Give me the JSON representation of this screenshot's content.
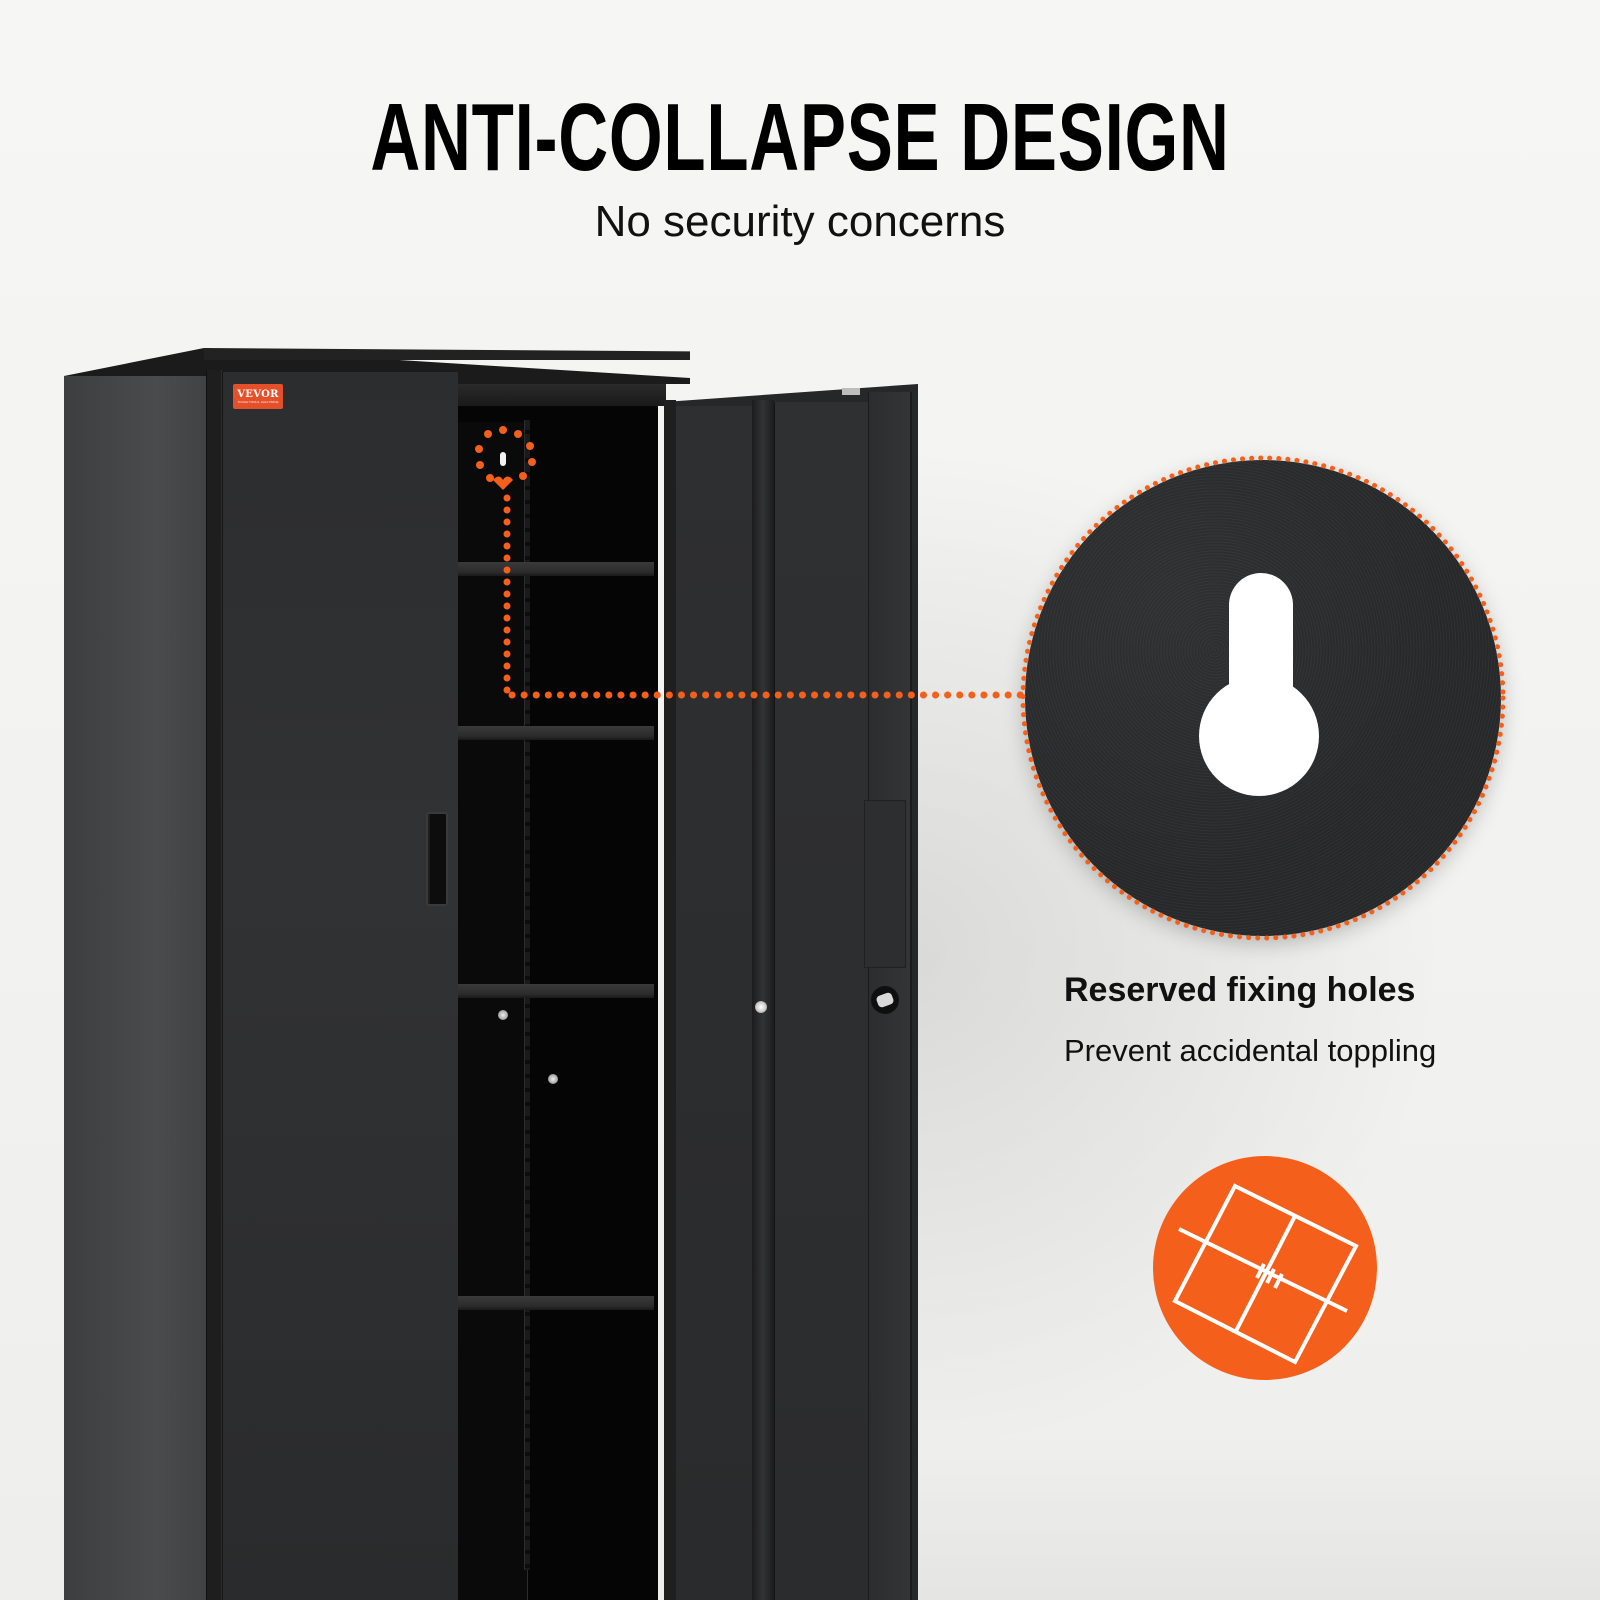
{
  "header": {
    "title": "ANTI-COLLAPSE DESIGN",
    "subtitle": "No security concerns"
  },
  "product": {
    "type": "metal storage cabinet",
    "color": "black",
    "brand_badge": {
      "name": "VEVOR",
      "tagline": "TOUGH TOOLS, HALF PRICE",
      "color": "#e4502a"
    },
    "shelves_visible": 4,
    "doors": [
      "left-door-closed",
      "right-door-open"
    ]
  },
  "callout": {
    "zoom_subject": "keyhole-mounting-hole",
    "line_color": "#f4601c",
    "style": "dotted"
  },
  "feature": {
    "title": "Reserved fixing holes",
    "description": "Prevent accidental toppling",
    "icon": "wall-anchor-icon",
    "icon_bg": "#f4601c"
  },
  "colors": {
    "accent": "#f4601c",
    "background": "#f3f3f1",
    "text": "#111111",
    "cabinet": "#2b2c2e"
  }
}
